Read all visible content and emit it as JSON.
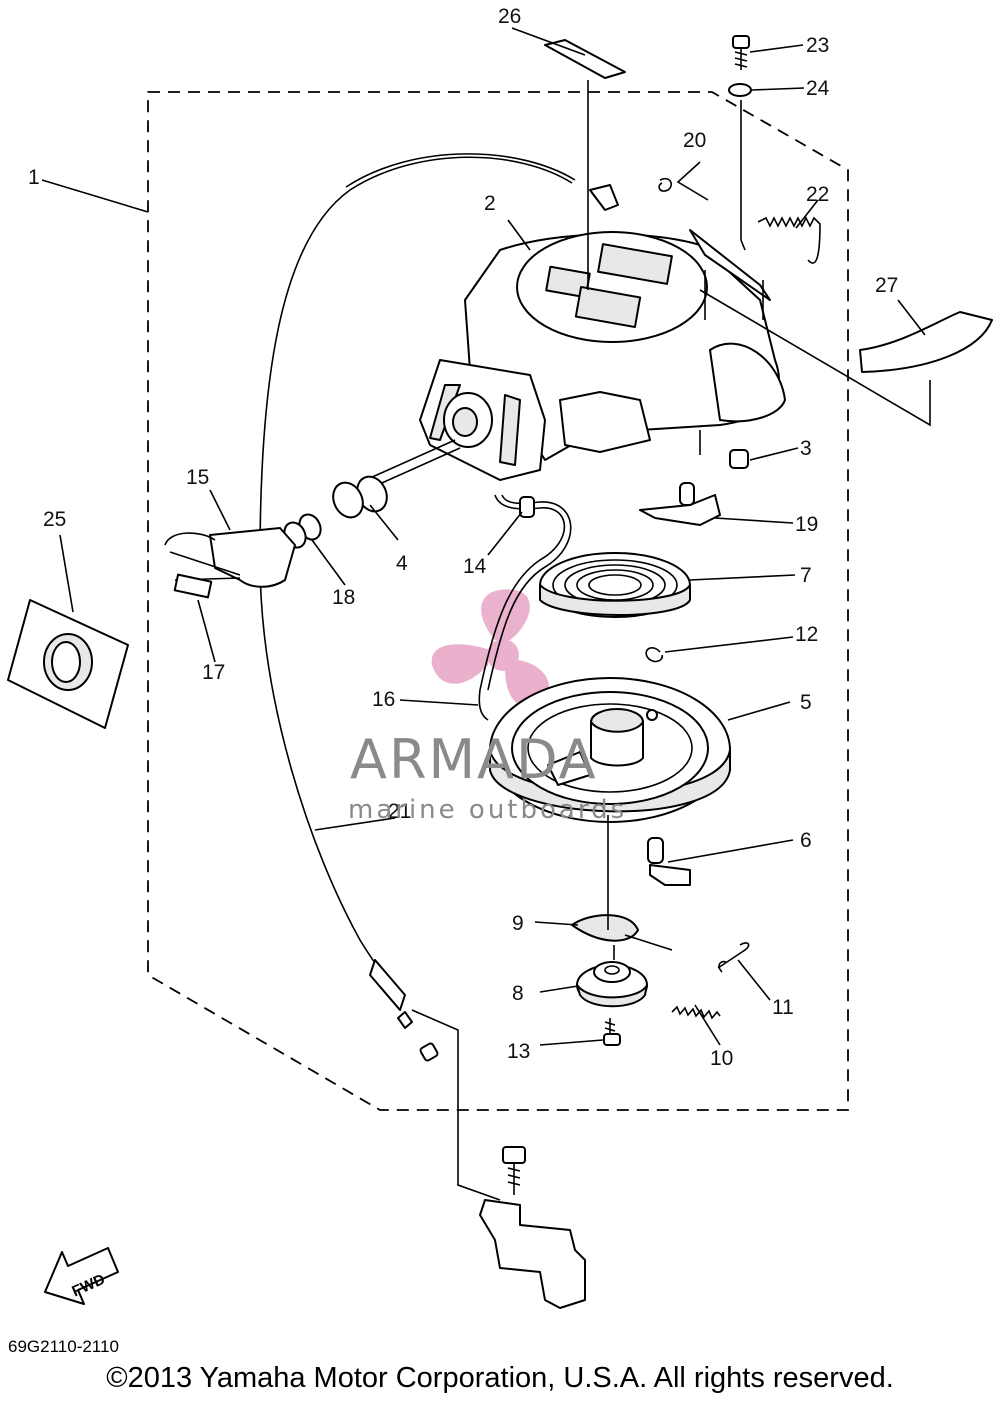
{
  "callouts": [
    "1",
    "2",
    "3",
    "4",
    "5",
    "6",
    "7",
    "8",
    "9",
    "10",
    "11",
    "12",
    "13",
    "14",
    "15",
    "16",
    "17",
    "18",
    "19",
    "20",
    "21",
    "22",
    "23",
    "24",
    "25",
    "26",
    "27"
  ],
  "fwd_label": "FWD",
  "watermark": {
    "brand": "ARMADA",
    "tagline": "marine outboards",
    "logo_color": "#e8a4c4"
  },
  "diagram_code": "69G2110-2110",
  "copyright": "©2013 Yamaha Motor Corporation, U.S.A. All rights reserved."
}
